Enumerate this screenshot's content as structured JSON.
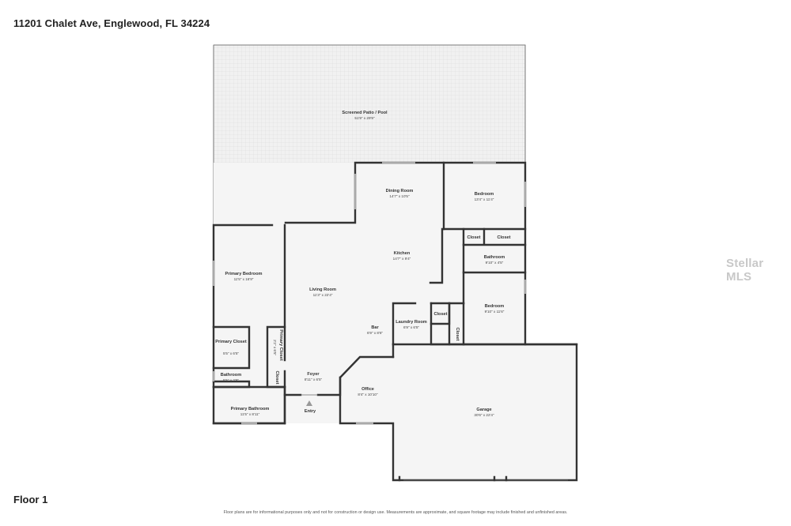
{
  "header": {
    "address": "11201 Chalet Ave, Englewood, FL 34224"
  },
  "footer": {
    "floor_label": "Floor 1",
    "disclaimer": "Floor plans are for informational purposes only and not for construction or design use. Measurements are approximate, and square footage may include finished and unfinished areas."
  },
  "watermark": "Stellar MLS",
  "rooms": {
    "patio": {
      "name": "Screened Patio / Pool",
      "dims": "51'9\" x 29'9\""
    },
    "dining": {
      "name": "Dining Room",
      "dims": "14'7\" x 10'5\""
    },
    "bedroom1": {
      "name": "Bedroom",
      "dims": "13'4\" x 11'4\""
    },
    "closet1": {
      "name": "Closet"
    },
    "closet2": {
      "name": "Closet"
    },
    "bathroom1": {
      "name": "Bathroom",
      "dims": "9'10\" x 4'5\""
    },
    "kitchen": {
      "name": "Kitchen",
      "dims": "14'7\" x 9'4\""
    },
    "primary_bedroom": {
      "name": "Primary Bedroom",
      "dims": "11'5\" x 16'9\""
    },
    "living": {
      "name": "Living Room",
      "dims": "11'3\" x 22'4\""
    },
    "bedroom2": {
      "name": "Bedroom",
      "dims": "9'10\" x 11'6\""
    },
    "closet3": {
      "name": "Closet"
    },
    "closet4": {
      "name": "Closet"
    },
    "laundry": {
      "name": "Laundry Room",
      "dims": "6'9\" x 6'5\""
    },
    "bar": {
      "name": "Bar",
      "dims": "6'9\" x 8'6\""
    },
    "primary_closet1": {
      "name": "Primary Closet",
      "dims": "5'5\" x 6'5\""
    },
    "primary_closet2": {
      "name": "Primary Closet",
      "dims": "2'2\" x 6'5\""
    },
    "closet5": {
      "name": "Closet"
    },
    "bathroom2": {
      "name": "Bathroom",
      "dims": "5'5\" x 2'8\""
    },
    "foyer": {
      "name": "Foyer",
      "dims": "8'11\" x 6'5\""
    },
    "office": {
      "name": "Office",
      "dims": "8'4\" x 10'10\""
    },
    "garage": {
      "name": "Garage",
      "dims": "30'6\" x 22'4\""
    },
    "primary_bath": {
      "name": "Primary Bathroom",
      "dims": "11'5\" x 8'11\""
    },
    "entry": {
      "name": "Entry"
    }
  }
}
